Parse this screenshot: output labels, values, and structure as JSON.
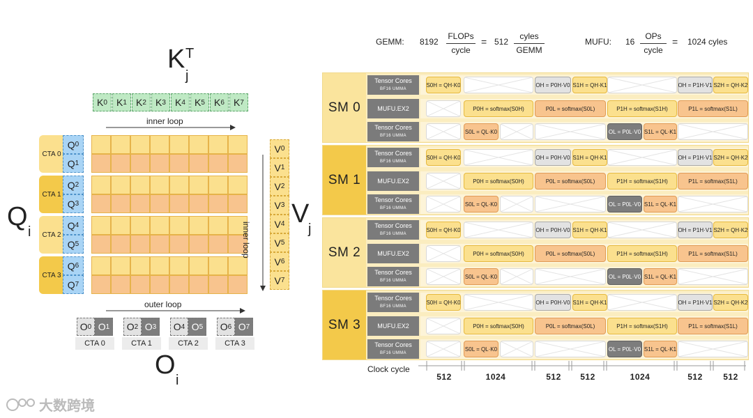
{
  "header": {
    "gemm_label": "GEMM:",
    "gemm_value": "8192",
    "gemm_frac1_num": "FLOPs",
    "gemm_frac1_den": "cycle",
    "gemm_eq": "=",
    "gemm_value2": "512",
    "gemm_frac2_num": "cyles",
    "gemm_frac2_den": "GEMM",
    "mufu_label": "MUFU:",
    "mufu_value": "16",
    "mufu_frac_num": "OPs",
    "mufu_frac_den": "cycle",
    "mufu_eq": "=",
    "mufu_result": "1024 cyles"
  },
  "left": {
    "kt_label": "K",
    "kt_sub": "j",
    "kt_sup": "T",
    "k_blocks": [
      "K0",
      "K1",
      "K2",
      "K3",
      "K4",
      "K5",
      "K6",
      "K7"
    ],
    "inner_loop_top": "inner loop",
    "inner_loop_side": "inner loop",
    "outer_loop": "outer loop",
    "q_label": "Q",
    "q_sub": "i",
    "v_label": "V",
    "v_sub": "j",
    "o_label": "O",
    "o_sub": "i",
    "ctas": [
      "CTA 0",
      "CTA 1",
      "CTA 2",
      "CTA 3"
    ],
    "q_blocks": [
      "Q0",
      "Q1",
      "Q2",
      "Q3",
      "Q4",
      "Q5",
      "Q6",
      "Q7"
    ],
    "v_blocks": [
      "V0",
      "V1",
      "V2",
      "V3",
      "V4",
      "V5",
      "V6",
      "V7"
    ],
    "o_blocks": [
      "O0",
      "O1",
      "O2",
      "O3",
      "O4",
      "O5",
      "O6",
      "O7"
    ],
    "cta_bottom": [
      "CTA 0",
      "CTA 1",
      "CTA 2",
      "CTA 3"
    ]
  },
  "right": {
    "sms": [
      "SM 0",
      "SM 1",
      "SM 2",
      "SM 3"
    ],
    "unit_tensor": "Tensor Cores",
    "unit_tensor_sub": "BF16 UMMA",
    "unit_mufu": "MUFU.EX2",
    "row1_tasks": [
      "S0H = QH·K0",
      "OH = P0H·V0",
      "S1H = QH·K1",
      "OH = P1H·V1",
      "S2H = QH·K2"
    ],
    "row2_tasks": [
      "P0H = softmax(S0H)",
      "P0L = softmax(S0L)",
      "P1H = softmax(S1H)",
      "P1L = softmax(S1L)"
    ],
    "row3_tasks": [
      "S0L = QL·K0",
      "OL = P0L·V0",
      "S1L = QL·K1"
    ],
    "clock_label": "Clock cycle",
    "clock_values": [
      "512",
      "1024",
      "512",
      "512",
      "1024",
      "512",
      "512"
    ]
  },
  "watermark": "大数跨境",
  "colors": {
    "yellow": "#fbe08e",
    "orange": "#f8c48e",
    "gray": "#e2e2e2",
    "dark": "#7d7d7d",
    "green": "#bfe9c4",
    "blue": "#a9d4f5",
    "sm_bg": "#fbedc0",
    "sm_label_alt": "#f3c94a"
  }
}
